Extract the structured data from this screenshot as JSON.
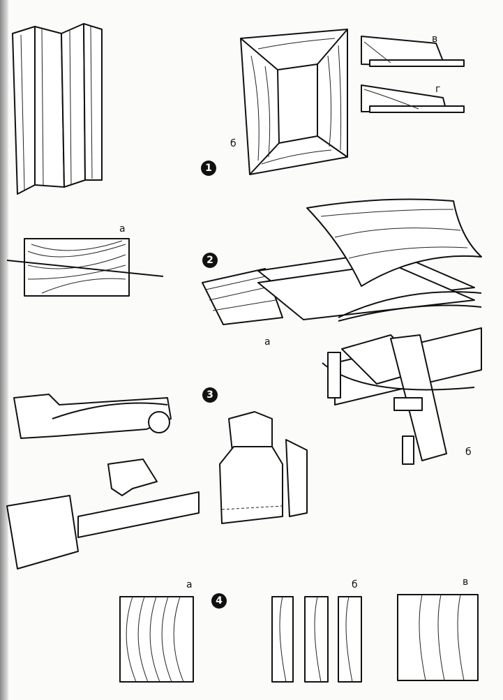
{
  "figure_numbers": [
    "1",
    "2",
    "3",
    "4"
  ],
  "labels": {
    "fig1_b": "б",
    "fig1_v": "в",
    "fig1_g": "г",
    "fig2_a_board": "а",
    "fig2_a_glue": "а",
    "fig3_b": "б",
    "fig4_a": "а",
    "fig4_b": "б",
    "fig4_v": "в"
  }
}
